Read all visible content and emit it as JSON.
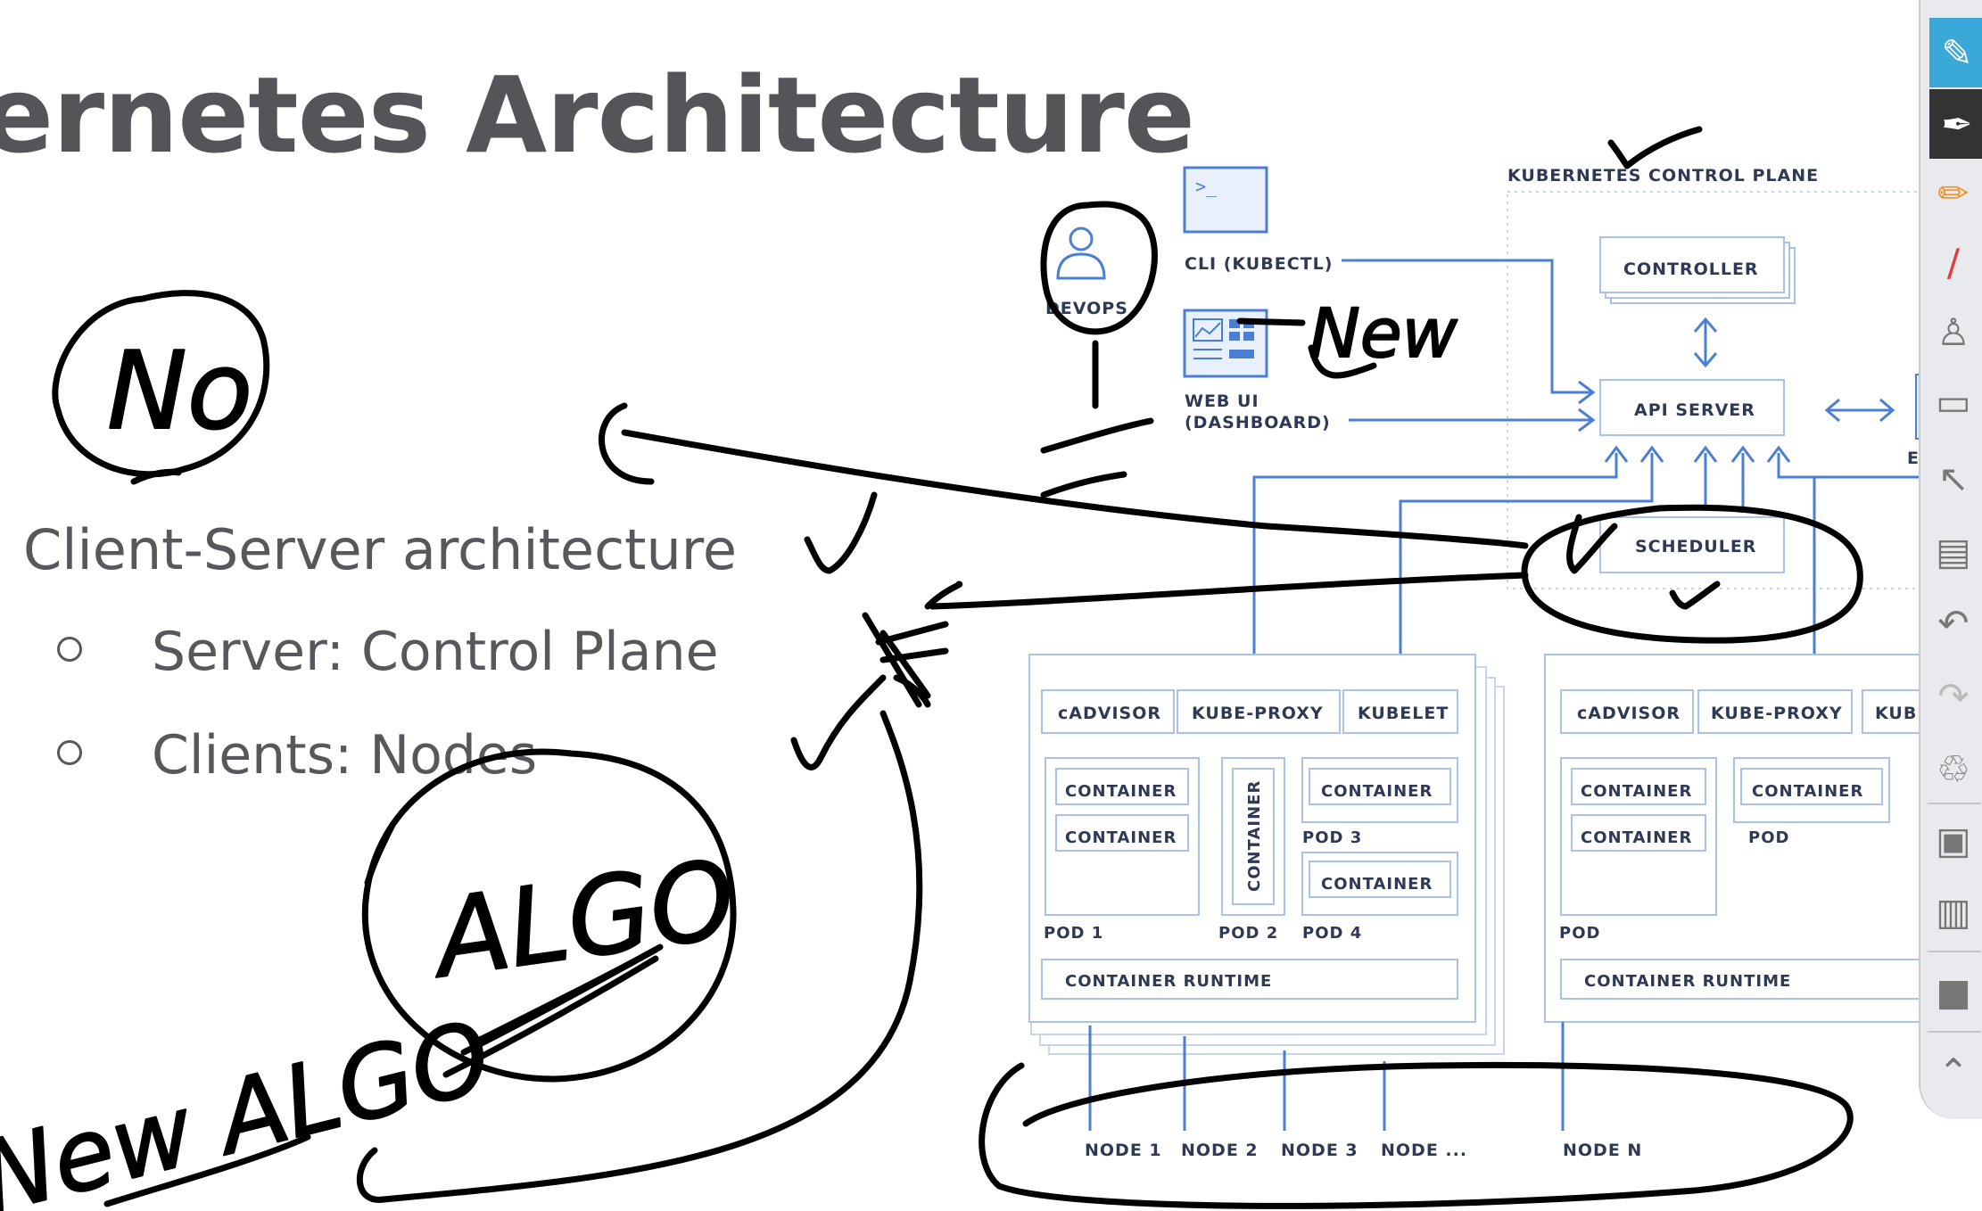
{
  "slide": {
    "title": "ernetes Architecture",
    "bullet": "Client-Server architecture",
    "sub_bullets": [
      "Server: Control Plane",
      "Clients: Nodes"
    ]
  },
  "diagram": {
    "control_plane_label": "KUBERNETES CONTROL PLANE",
    "devops_label": "DEVOPS",
    "cli_label": "CLI (KUBECTL)",
    "cli_prompt": ">_",
    "webui_label_line1": "WEB UI",
    "webui_label_line2": "(DASHBOARD)",
    "controller": "CONTROLLER",
    "api_server": "API SERVER",
    "scheduler": "SCHEDULER",
    "edge_letter": "E",
    "node1": {
      "cadvisor": "cADVISOR",
      "kube_proxy": "KUBE-PROXY",
      "kubelet": "KUBELET",
      "container": "CONTAINER",
      "pod1": "POD 1",
      "pod2": "POD 2",
      "pod3": "POD 3",
      "pod4": "POD 4",
      "runtime": "CONTAINER RUNTIME"
    },
    "node2": {
      "cadvisor": "cADVISOR",
      "kube_proxy": "KUBE-PROXY",
      "kubelet_partial": "KUB",
      "container": "CONTAINER",
      "pod": "POD",
      "runtime": "CONTAINER RUNTIME"
    },
    "node_labels": [
      "NODE 1",
      "NODE 2",
      "NODE 3",
      "NODE ...",
      "NODE N"
    ]
  },
  "handwriting": {
    "no": "No",
    "algo": "ALGO",
    "new_algo": "New ALGO",
    "new": "New"
  },
  "toolbar": {
    "tools": [
      "highlighter-pen-icon",
      "black-pen-icon",
      "orange-pencil-icon",
      "red-pencil-icon",
      "stamp-icon",
      "eraser-icon",
      "pointer-icon",
      "whiteboard-icon",
      "undo-icon",
      "redo-icon",
      "trash-icon",
      "edit-slide-icon",
      "edit-page-icon",
      "camera-icon",
      "collapse-up-icon"
    ],
    "colors": {
      "active_blue": "#3aa8d8",
      "active_dark": "#333333",
      "orange": "#f0922c",
      "red": "#e23b3b"
    }
  }
}
